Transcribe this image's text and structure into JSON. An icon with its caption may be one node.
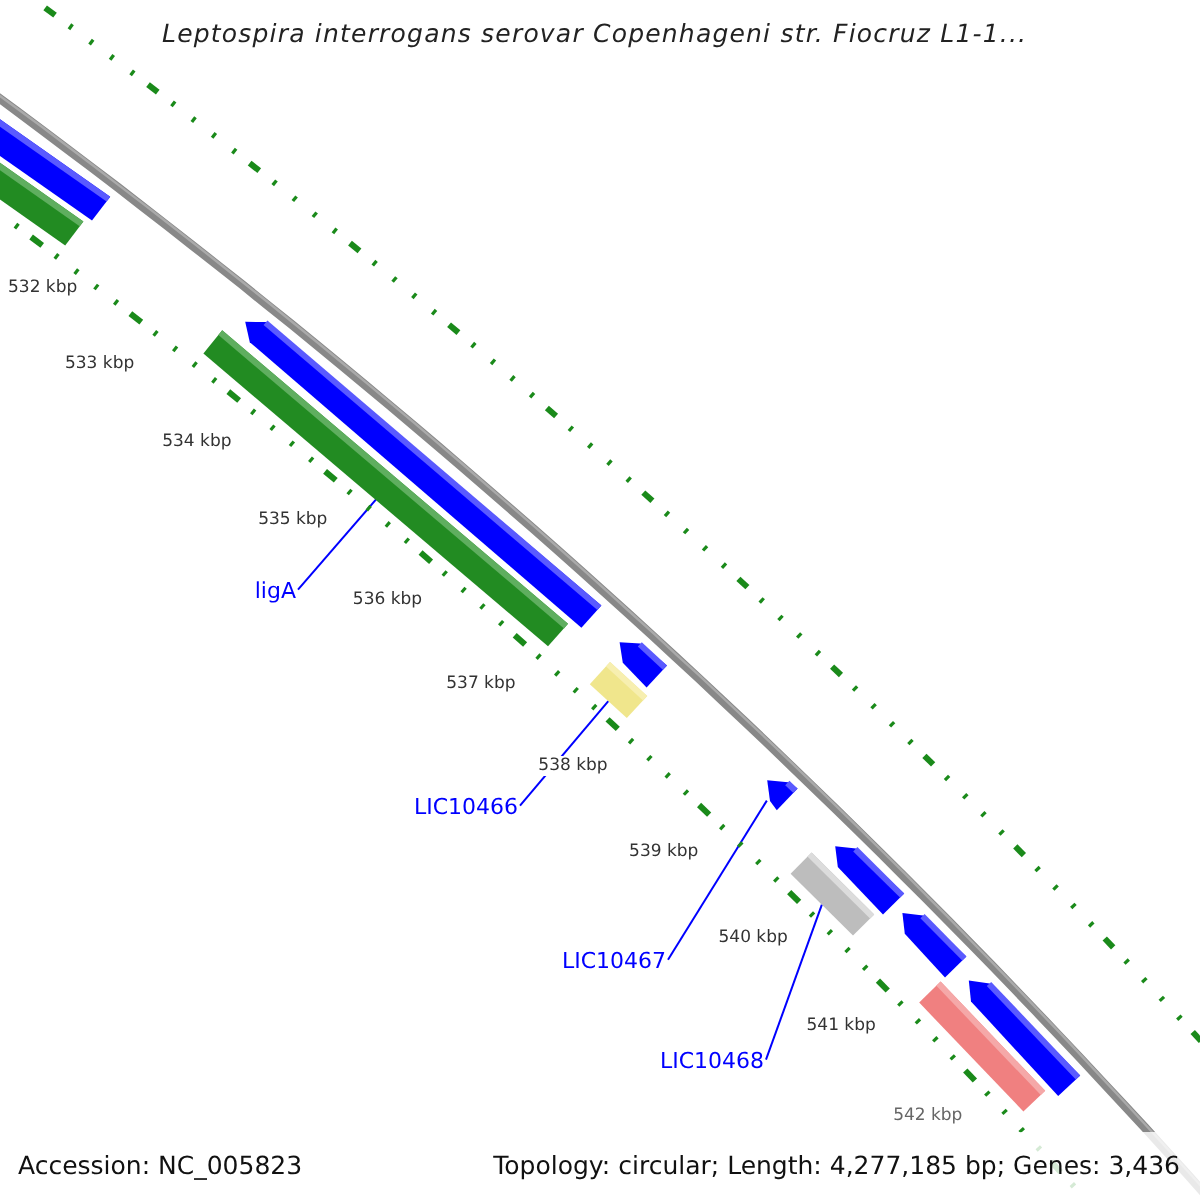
{
  "diagram": {
    "title": "Leptospira interrogans serovar Copenhageni str. Fiocruz L1-1...",
    "nodes": [
      {
        "text": [
          "ligA"
        ]
      },
      {
        "text": [],
        "shape": "bar"
      },
      {
        "text": [
          "LIC10466"
        ]
      },
      {
        "text": [],
        "shape": "bar"
      },
      {
        "text": [
          "LIC10467"
        ]
      },
      {
        "text": [],
        "shape": "arrow"
      },
      {
        "text": [
          "LIC10468"
        ]
      },
      {
        "text": [],
        "shape": "bar"
      }
    ],
    "edges": [
      {
        "from": 0,
        "to": 1,
        "arrow": "none"
      },
      {
        "from": 2,
        "to": 3,
        "arrow": "none"
      },
      {
        "from": 4,
        "to": 5,
        "arrow": "none"
      },
      {
        "from": 6,
        "to": 7,
        "arrow": "none"
      }
    ],
    "labels": [
      "532 kbp",
      "533 kbp",
      "534 kbp",
      "535 kbp",
      "536 kbp",
      "537 kbp",
      "538 kbp",
      "539 kbp",
      "540 kbp",
      "541 kbp",
      "542 kbp",
      "Accession: NC_005823",
      "Topology: circular; Length: 4,277,185 bp; Genes: 3,436"
    ]
  }
}
